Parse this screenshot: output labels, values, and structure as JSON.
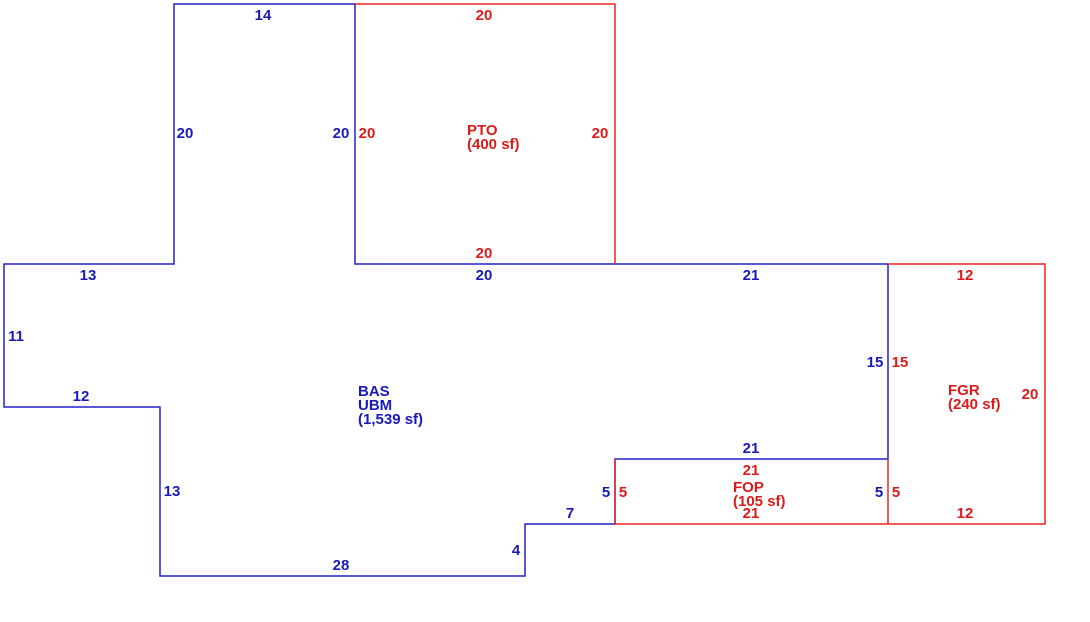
{
  "colors": {
    "main": "#2222cc",
    "addition": "#ee2222"
  },
  "areas": {
    "bas": {
      "code1": "BAS",
      "code2": "UBM",
      "size": "(1,539 sf)"
    },
    "pto": {
      "code": "PTO",
      "size": "(400 sf)"
    },
    "fgr": {
      "code": "FGR",
      "size": "(240 sf)"
    },
    "fop": {
      "code": "FOP",
      "size": "(105 sf)"
    }
  },
  "dims": {
    "bas_top_a": "14",
    "bas_left_upper": "20",
    "bas_shared_pto": "20",
    "bas_top_mid": "20",
    "bas_top_right": "21",
    "bas_wing_top": "13",
    "bas_wing_left": "11",
    "bas_wing_bottom": "12",
    "bas_lower_left": "13",
    "bas_bottom": "28",
    "bas_step_v": "4",
    "bas_step_h": "7",
    "bas_fop_side": "5",
    "bas_fop_top": "21",
    "bas_right": "15",
    "pto_top": "20",
    "pto_left": "20",
    "pto_right": "20",
    "pto_bottom": "20",
    "fgr_top": "12",
    "fgr_left": "15",
    "fgr_right": "20",
    "fgr_bottom": "12",
    "fgr_lower_left": "5",
    "fop_top": "21",
    "fop_bottom": "21",
    "fop_left": "5",
    "fop_right": "5"
  }
}
